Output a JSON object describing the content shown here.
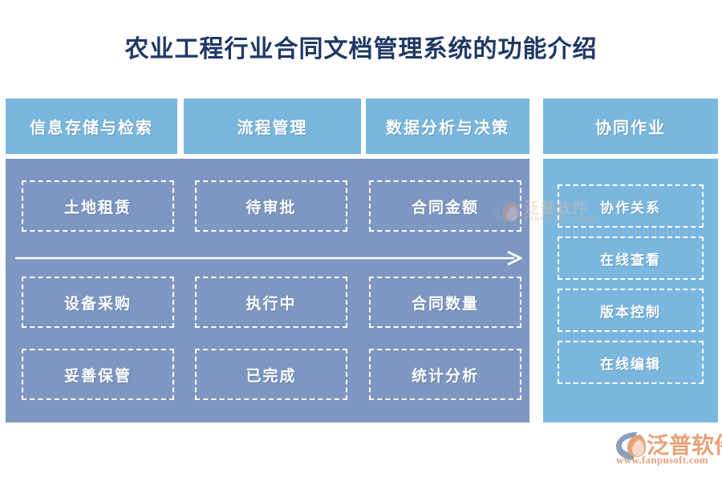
{
  "title": "农业工程行业合同文档管理系统的功能介绍",
  "colors": {
    "title_text": "#1f3864",
    "header_chip_bg": "#7ab7de",
    "panel_left_bg": "#7d97c2",
    "panel_right_bg": "#7ab7de",
    "cell_border": "#ffffff",
    "cell_text": "#ffffff",
    "logo_orange": "#e8a178",
    "logo_mark_blue": "#8ba0bd"
  },
  "headers": [
    {
      "label": "信息存储与检索"
    },
    {
      "label": "流程管理"
    },
    {
      "label": "数据分析与决策"
    },
    {
      "label": "协同作业"
    }
  ],
  "left_panel": {
    "rows": [
      [
        "土地租赁",
        "待审批",
        "合同金额"
      ],
      [
        "设备采购",
        "执行中",
        "合同数量"
      ],
      [
        "妥善保管",
        "已完成",
        "统计分析"
      ]
    ],
    "arrow": {
      "direction": "right",
      "name": "process-flow-arrow"
    }
  },
  "right_panel": {
    "items": [
      "协作关系",
      "在线查看",
      "版本控制",
      "在线编辑"
    ]
  },
  "watermark": {
    "text": "泛普软件",
    "subtext": "FANPU SOFTWARE"
  },
  "logo": {
    "text": "泛普软件",
    "url": "www.fanpusoft.com"
  }
}
